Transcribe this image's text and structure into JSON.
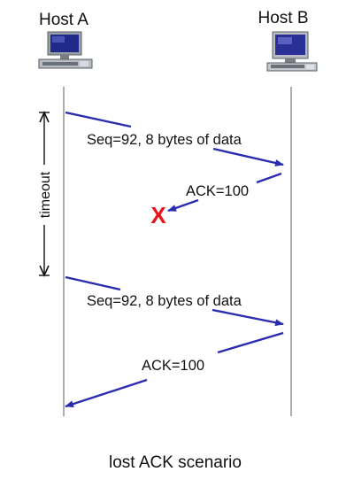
{
  "hosts": {
    "a": {
      "label": "Host A",
      "icon": "desktop-computer-icon"
    },
    "b": {
      "label": "Host B",
      "icon": "desktop-computer-icon"
    }
  },
  "messages": [
    {
      "id": "seq1",
      "label": "Seq=92, 8 bytes of data",
      "direction": "A-to-B",
      "lost": false
    },
    {
      "id": "ack1",
      "label": "ACK=100",
      "direction": "B-to-A",
      "lost": true
    },
    {
      "id": "seq2",
      "label": "Seq=92, 8 bytes of data",
      "direction": "A-to-B",
      "lost": false
    },
    {
      "id": "ack2",
      "label": "ACK=100",
      "direction": "B-to-A",
      "lost": false
    }
  ],
  "timeout": {
    "label": "timeout"
  },
  "loss_marker": {
    "glyph": "X",
    "color": "#e8141c"
  },
  "caption": "lost ACK scenario",
  "colors": {
    "arrow": "#2b2bb0",
    "lifeline": "#8a8a8a",
    "loss": "#e8141c",
    "text": "#111111"
  }
}
